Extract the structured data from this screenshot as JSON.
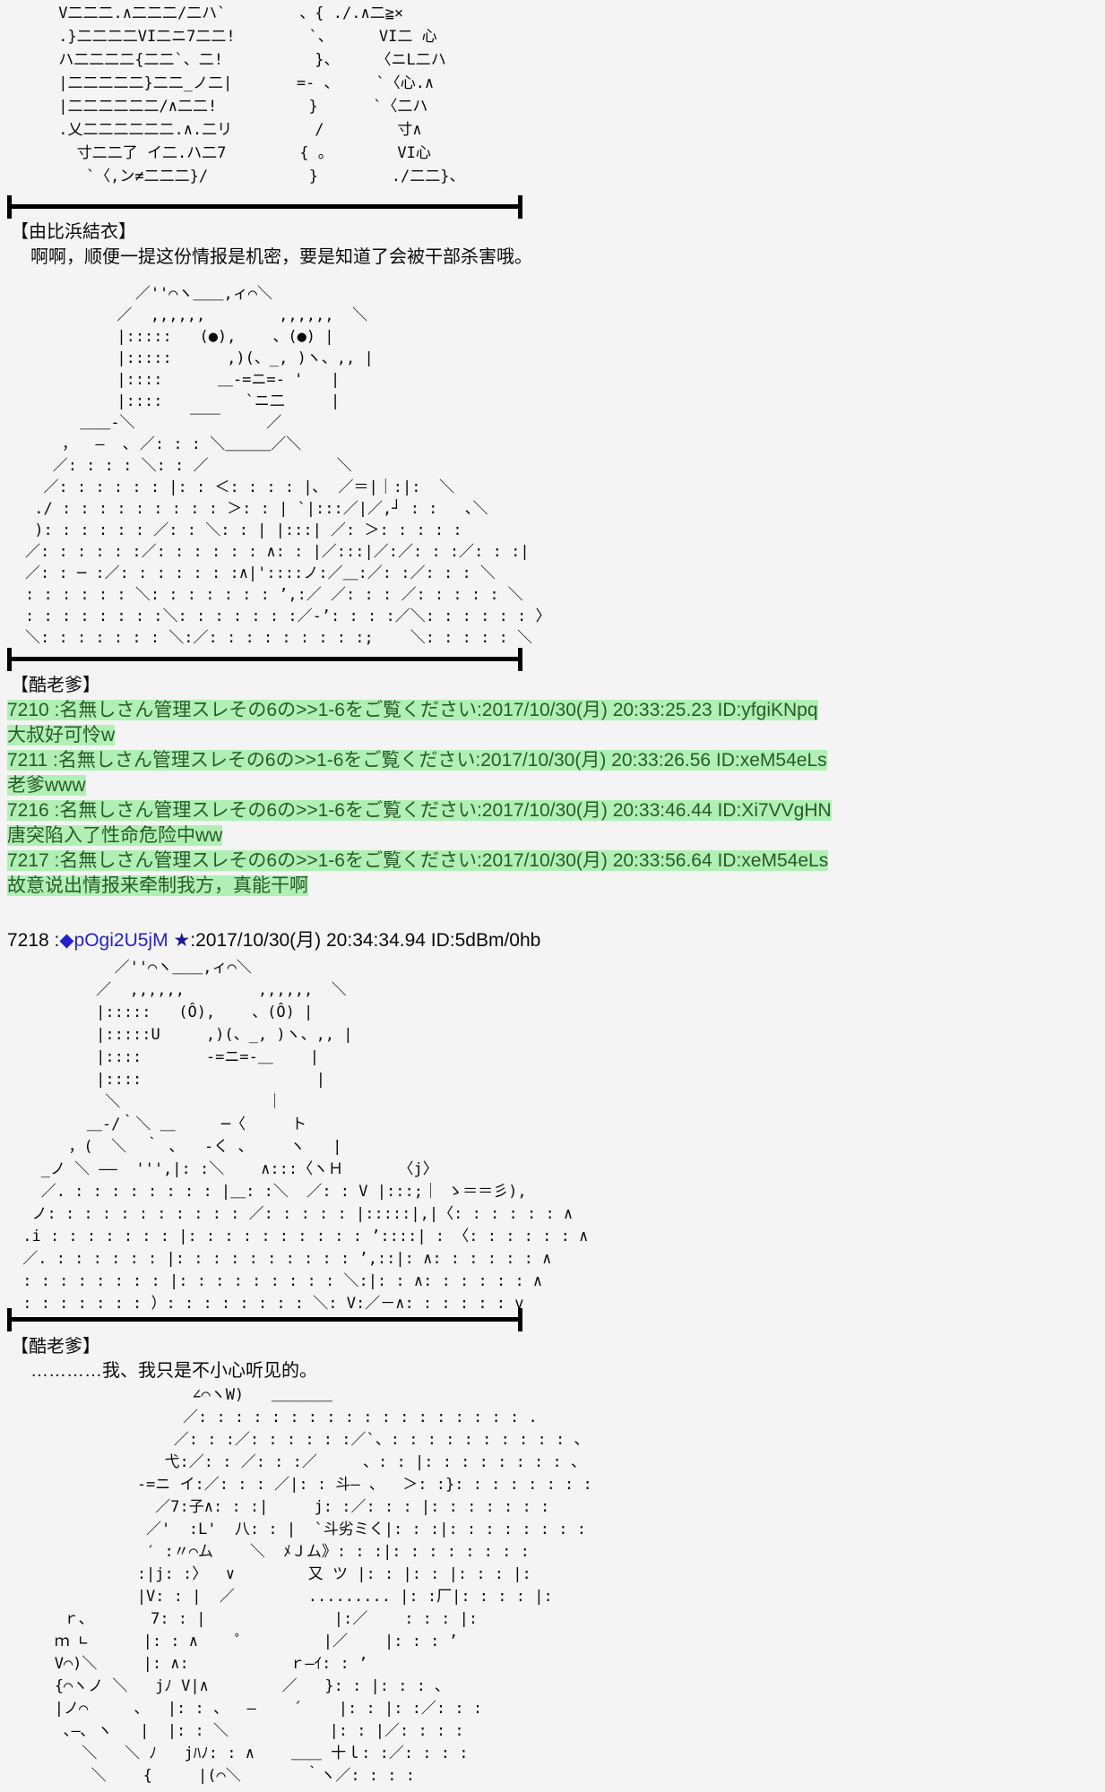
{
  "colors": {
    "highlight_bg": "#b0f0b4",
    "highlight_text": "#2a5a2a",
    "trip_blue": "#2323cd",
    "star_navy": "#1a1a8c",
    "separator": "#000000"
  },
  "dialogue1": {
    "speaker": "【由比浜結衣】",
    "line": "　啊啊，顺便一提这份情报是机密，要是知道了会被干部杀害哦。"
  },
  "dialogue2": {
    "speaker": "【酷老爹】"
  },
  "dialogue3": {
    "speaker": "【酷老爹】",
    "line": "　…………我、我只是不小心听见的。"
  },
  "posts": [
    {
      "head": "7210 :名無しさん管理スレその6の>>1-6をご覧ください:2017/10/30(月) 20:33:25.23 ID:yfgiKNpq",
      "body": "大叔好可怜w"
    },
    {
      "head": "7211 :名無しさん管理スレその6の>>1-6をご覧ください:2017/10/30(月) 20:33:26.56 ID:xeM54eLs",
      "body": "老爹www"
    },
    {
      "head": "7216 :名無しさん管理スレその6の>>1-6をご覧ください:2017/10/30(月) 20:33:46.44 ID:Xi7VVgHN",
      "body": "唐突陷入了性命危险中ww"
    },
    {
      "head": "7217 :名無しさん管理スレその6の>>1-6をご覧ください:2017/10/30(月) 20:33:56.64 ID:xeM54eLs",
      "body": "故意说出情报来牵制我方，真能干啊"
    }
  ],
  "post7218": {
    "prefix": "7218 :",
    "trip": "◆pOgi2U5jM ",
    "star": "★",
    "suffix": ":2017/10/30(月) 20:34:34.94 ID:5dBm/0hb"
  },
  "ascii_art": {
    "top": [
      " V二二二.∧二二二/二ハ`        、{ ./.∧二≧×",
      " .}二二二二VI二ニ7二二!        `、     VI二 心",
      " ハ二二二二{二二`、二!          }、    〈ニL二ハ",
      " |二二二二二}二二_ノ二|       =- 、    `〈心.∧",
      " |二二二二二二/∧二二!          }      `〈二ハ",
      " .乂二二二二二二.∧.二リ         /        寸∧",
      "   寸二二了 イ二.ハ二7        { 。       VI心",
      "    `〈,ン≠二二二}/           }        ./二二}、"
    ],
    "face1": [
      "            ／''⌒ヽ＿＿,ィ⌒＼",
      "          ／  ,,,,,,        ,,,,,,  ＼",
      "          |:::::   (●),    、(●) |",
      "          |:::::      ,)(、_, )ヽ、,, |",
      "          |::::      ＿‐=ニ=‐ '   |",
      "          |::::         `ニ二     |",
      "      ＿＿‐＼      ￣￣     ／",
      "    ，  ―  ､ ／: : : ＼＿＿＿／＼",
      "   ／: : : : ＼: : ／              ＼",
      "  ／: : : : : : |: : ＜: : : : |､  ／＝|｜:|:  ＼",
      " ./ : : : : : : : : : ＞: : | `|:::／|／,┘ : :   ､＼",
      " ): : : : : : ／: : ＼: : | |:::| ／: ＞: : : : :",
      "／: : : : : :／: : : : : : ∧: : |／:::|／:／: : :／: : :|",
      "／: : ─ :／: : : : : : :∧|'::::ノ:／＿:／: :／: : : ＼",
      ": : : : : : ＼: : : : : : : ’,:／ ／: : : ／: : : : : ＼",
      ": : : : : : : :＼: : : : : : :／‐’: : : :／＼: : : : : : 〉",
      "＼: : : : : : : ＼:／: : : : : : : : :;    ＼: : : : : ＼"
    ],
    "face2": [
      "           ／''⌒ヽ＿＿,ィ⌒＼",
      "         ／  ,,,,,,        ,,,,,,  ＼",
      "         |:::::   (Ô),    、(Ô) |",
      "         |:::::U     ,)(、_, )ヽ、,, |",
      "         |::::       ‐=ニ=‐＿    |",
      "         |::::                   |",
      "          ＼                ｜",
      "        ＿‐/｀＼ ＿     ─〈     ト",
      "      ，(  ＼  ｀ ､   ‐く 、    ヽ   |",
      "   _ノ ＼ ――  ''',|: :＼    ∧:::〈ヽＨ      〈j〉",
      "   ／. : : : : : : : : |＿: :＼  ／: : V |:::;｜ ゝ＝＝彡),",
      "  ノ: : : : : : : : : : : ／: : : : : |:::::|,|〈: : : : : : ∧",
      " .i : : : : : : : |: : : : : : : : : : ’::::| : 〈: : : : : : ∧",
      " ／. : : : : : : |: : : : : : : : : : ’,::|: ∧: : : : : : ∧",
      " : : : : : : : : |: : : : : : : : : ＼:|: : ∧: : : : : : ∧",
      " : : : : : : : ）: : : : : : : : ＼: V:／－∧: : : : : : v"
    ],
    "bottom": [
      "                  ∠⌒ヽW)   ＿＿＿＿",
      "                 ／: : : : : : : : : : : : : : : : : : .",
      "                ／: : :／: : : : : :／`、: : : : : : : : : : 、",
      "               弋:／: : ／: : :／     、: : |: : : : : : : : 、",
      "            -=ニ イ:／: : : ／|: : 斗― 、  ＞: :}: : : : : : : :",
      "              ／7:子∧: : :|     j: :／: : : |: : : : : : :",
      "             ／'  :L'  八: : |  `斗劣ミく|: : :|: : : : : : : :",
      "             ′ :〃⌒ム    ＼  ﾒＪム》: : :|: : : : : : : :",
      "            :|j: :〉  ∨        又 ツ |: : |: : |: : : |:",
      "            |V: : |  ／        ......... |: :厂|: : : : |:",
      "    ｒ､       7: : |              |:／    : : : |:",
      "   ｍ ∟      |: : ∧    ゜        |／    |: : : ’",
      "   V⌒)＼     |: ∧:           ｒ―ｲ: : ’",
      "   {⌒ヽノ ＼   jﾉ V|∧        ／   }: : |: : : ､",
      "   |ノ⌒     、  |: : 、  ―    ´    |: : |: :／: : :",
      "    ､―､ ヽ   |  |: : ＼           |: : |／: : : :",
      "      ＼   ＼ ﾉ   jﾊﾉ: : ∧    ＿＿ 十ｌ: :／: : : :",
      "       ＼    {     |(⌒＼       ｀ヽ／: : : :"
    ]
  }
}
